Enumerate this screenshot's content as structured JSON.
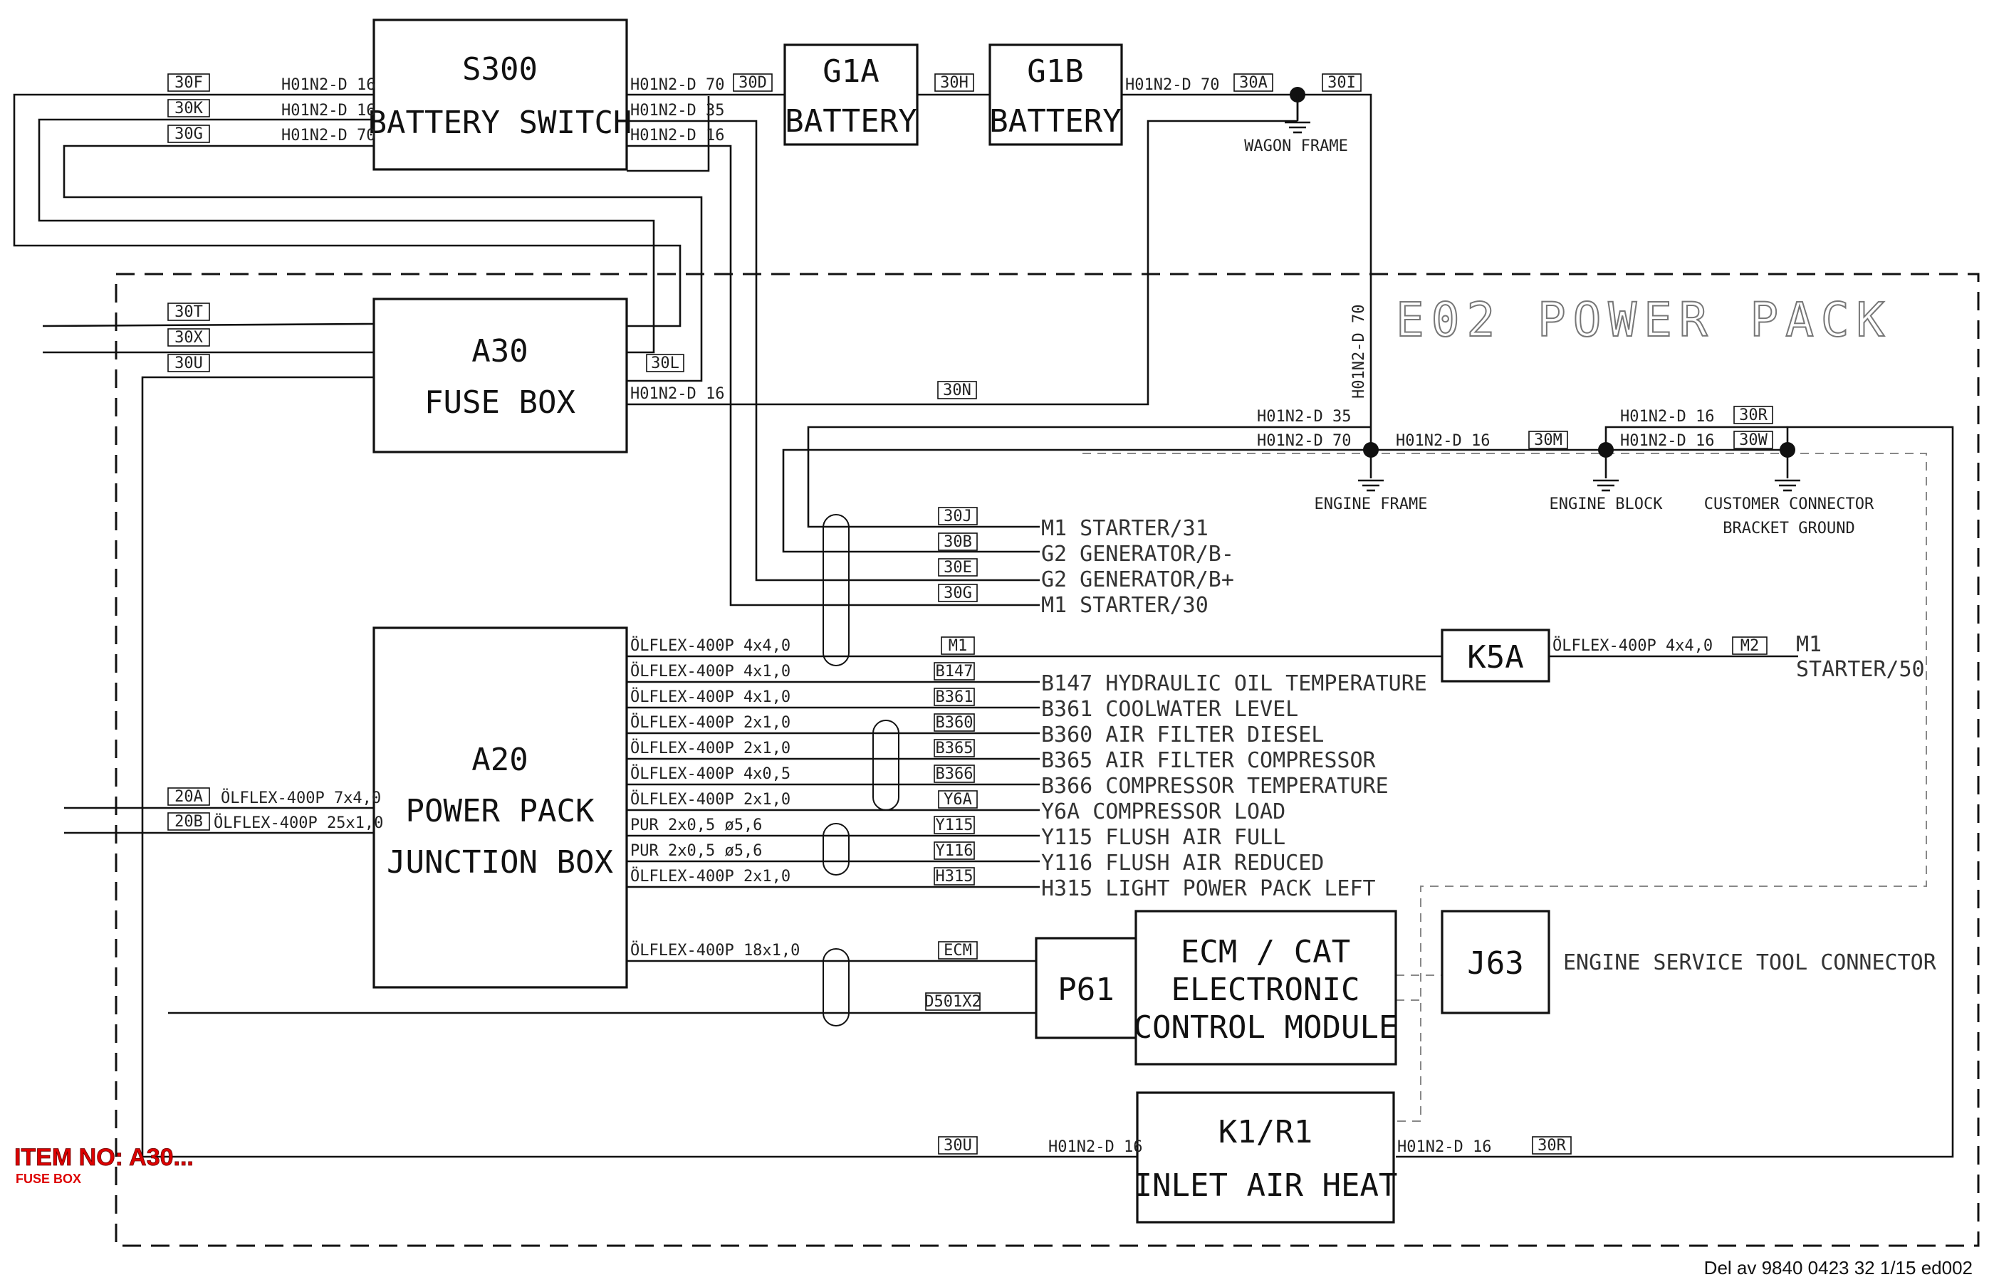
{
  "title": "E02 POWER PACK",
  "item_label": "ITEM NO: A30...",
  "item_sub": "FUSE BOX",
  "footer": "Del av 9840 0423 32 1/15 ed002",
  "boxes": {
    "s300": [
      "S300",
      "BATTERY SWITCH"
    ],
    "g1a": [
      "G1A",
      "BATTERY"
    ],
    "g1b": [
      "G1B",
      "BATTERY"
    ],
    "a30": [
      "A30",
      "FUSE BOX"
    ],
    "a20": [
      "A20",
      "POWER PACK",
      "JUNCTION BOX"
    ],
    "k5a": [
      "K5A"
    ],
    "p61": [
      "P61"
    ],
    "ecm": [
      "ECM / CAT",
      "ELECTRONIC",
      "CONTROL MODULE"
    ],
    "j63": [
      "J63"
    ],
    "k1r1": [
      "K1/R1",
      "INLET AIR HEAT"
    ]
  },
  "wire_tags": [
    "30F",
    "30K",
    "30G",
    "30D",
    "30H",
    "30A",
    "30I",
    "30T",
    "30X",
    "30U",
    "30L",
    "30N",
    "30M",
    "30R",
    "30W",
    "30J",
    "30B",
    "30E",
    "30G",
    "M1",
    "B147",
    "B361",
    "B360",
    "B365",
    "B366",
    "Y6A",
    "Y115",
    "Y116",
    "H315",
    "ECM",
    "D501X2",
    "M2",
    "20A",
    "20B",
    "30U",
    "30R"
  ],
  "cable_labels": {
    "h16": "H01N2-D 16",
    "h70": "H01N2-D 70",
    "h35": "H01N2-D 35",
    "o4x4": "ÖLFLEX-400P 4x4,0",
    "o4x1": "ÖLFLEX-400P 4x1,0",
    "o2x1": "ÖLFLEX-400P 2x1,0",
    "o4x05": "ÖLFLEX-400P 4x0,5",
    "pur": "PUR 2x0,5 ø5,6",
    "o18": "ÖLFLEX-400P 18x1,0",
    "o7x4": "ÖLFLEX-400P 7x4,0",
    "o25": "ÖLFLEX-400P 25x1,0"
  },
  "signals": [
    "M1 STARTER/31",
    "G2 GENERATOR/B-",
    "G2 GENERATOR/B+",
    "M1 STARTER/30",
    "B147 HYDRAULIC OIL TEMPERATURE",
    "B361 COOLWATER LEVEL",
    "B360 AIR FILTER DIESEL",
    "B365 AIR FILTER COMPRESSOR",
    "B366 COMPRESSOR TEMPERATURE",
    "Y6A COMPRESSOR LOAD",
    "Y115 FLUSH AIR FULL",
    "Y116 FLUSH AIR REDUCED",
    "H315 LIGHT POWER PACK LEFT"
  ],
  "m1_starter50": [
    "M1",
    "STARTER/50"
  ],
  "grounds": {
    "wagon": "WAGON FRAME",
    "engine_frame": "ENGINE FRAME",
    "engine_block": "ENGINE BLOCK",
    "customer": [
      "CUSTOMER CONNECTOR",
      "BRACKET GROUND"
    ]
  },
  "j63_desc": "ENGINE SERVICE TOOL CONNECTOR"
}
